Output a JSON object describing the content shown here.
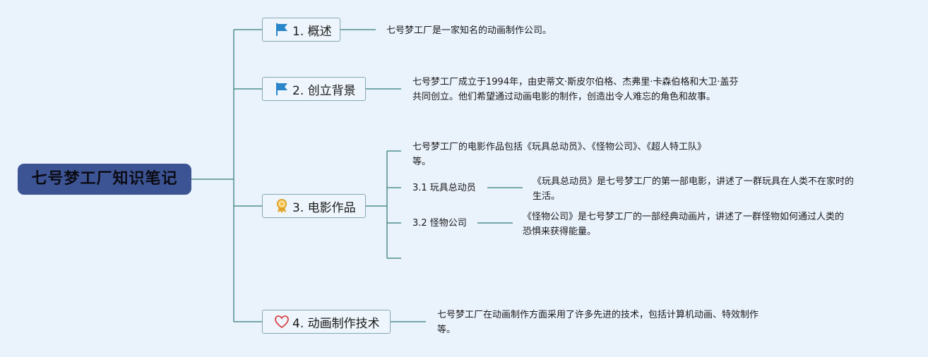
{
  "root": {
    "title": "七号梦工厂知识笔记"
  },
  "topics": [
    {
      "label": "1. 概述",
      "icon": "flag-icon",
      "note": [
        "七号梦工厂是一家知名的动画制作公司。"
      ]
    },
    {
      "label": "2. 创立背景",
      "icon": "flag-icon",
      "note": [
        "七号梦工厂成立于1994年，由史蒂文·斯皮尔伯格、杰弗里·卡森伯格和大卫·盖芬",
        "共同创立。他们希望通过动画电影的制作，创造出令人难忘的角色和故事。"
      ]
    },
    {
      "label": "3. 电影作品",
      "icon": "award-ribbon-icon",
      "note": [
        "七号梦工厂的电影作品包括《玩具总动员》、《怪物公司》、《超人特工队》",
        "等。"
      ],
      "children": [
        {
          "label": "3.1 玩具总动员",
          "note": [
            "《玩具总动员》是七号梦工厂的第一部电影，讲述了一群玩具在人类不在家时的",
            "生活。"
          ]
        },
        {
          "label": "3.2 怪物公司",
          "note": [
            "《怪物公司》是七号梦工厂的一部经典动画片，讲述了一群怪物如何通过人类的",
            "恐惧来获得能量。"
          ]
        }
      ]
    },
    {
      "label": "4. 动画制作技术",
      "icon": "heart-outline-icon",
      "note": [
        "七号梦工厂在动画制作方面采用了许多先进的技术，包括计算机动画、特效制作",
        "等。"
      ]
    }
  ],
  "colors": {
    "line": "#4f8f8c",
    "root_bg": "#3d5494",
    "flag": "#2a86c9",
    "heart": "#d84545",
    "award": "#e2a72b"
  }
}
